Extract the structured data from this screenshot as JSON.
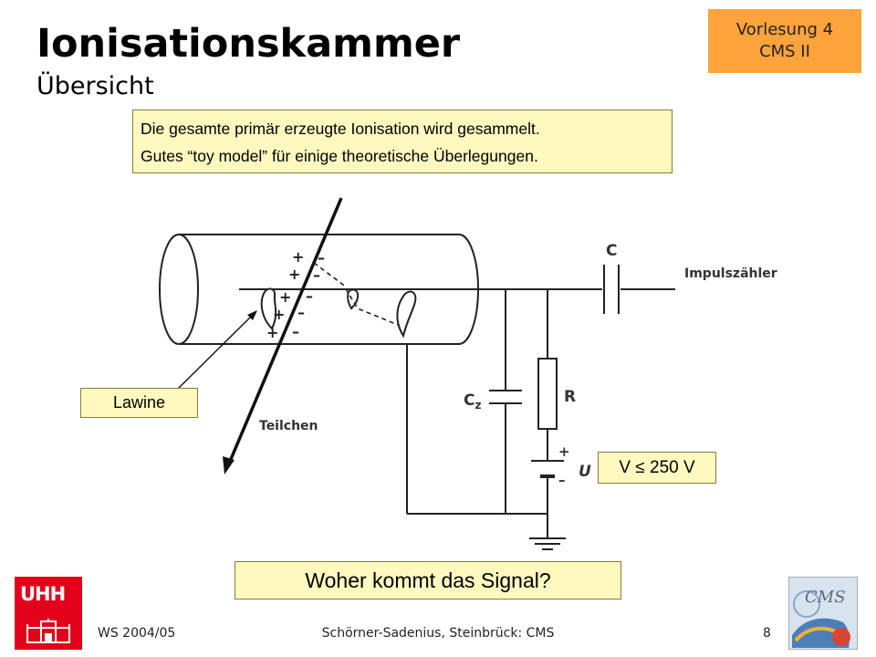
{
  "header": {
    "title": "Ionisationskammer",
    "subtitle": "Übersicht",
    "badge_line1": "Vorlesung 4",
    "badge_line2": "CMS II"
  },
  "note": {
    "line1": "Die gesamte primär erzeugte Ionisation wird gesammelt.",
    "line2": "Gutes “toy model” für einige theoretische Überlegungen."
  },
  "diagram": {
    "capacitor_label": "C",
    "counter_label": "Impulszähler",
    "cz_label": "C",
    "cz_sub": "z",
    "resistor_label": "R",
    "voltage_symbol": "U",
    "plus_sign": "+",
    "minus_sign": "–",
    "particle_label": "Teilchen",
    "charges": [
      "+",
      "–",
      "+",
      "–",
      "+",
      "–",
      "+",
      "–",
      "+",
      "–"
    ]
  },
  "callouts": {
    "lawine": "Lawine",
    "voltage": "V ≤ 250 V",
    "question": "Woher kommt das Signal?"
  },
  "footer": {
    "semester": "WS 2004/05",
    "authors": "Schörner-Sadenius, Steinbrück: CMS",
    "page": "8"
  },
  "logos": {
    "uhh_text": "UHH",
    "cms_text": "CMS"
  },
  "colors": {
    "badge": "#ffa33c",
    "note_bg": "#fff9c0",
    "uhh_red": "#e3001b"
  }
}
